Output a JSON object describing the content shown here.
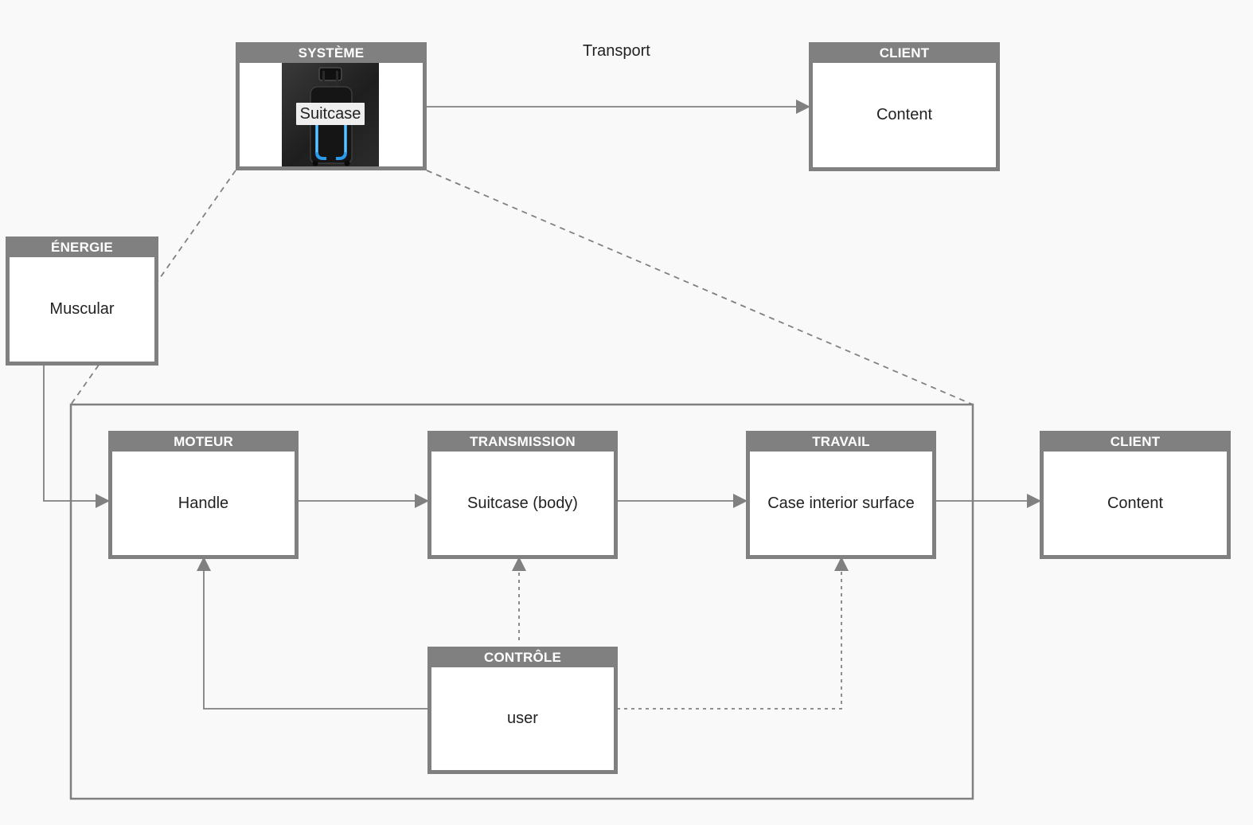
{
  "diagram": {
    "transport_label": "Transport",
    "system": {
      "header": "SYSTÈME",
      "image_label": "Suitcase",
      "image_icon": "suitcase-image"
    },
    "client_top": {
      "header": "CLIENT",
      "value": "Content"
    },
    "energy": {
      "header": "ÉNERGIE",
      "value": "Muscular"
    },
    "motor": {
      "header": "MOTEUR",
      "value": "Handle"
    },
    "transmission": {
      "header": "TRANSMISSION",
      "value": "Suitcase (body)"
    },
    "work": {
      "header": "TRAVAIL",
      "value": "Case interior surface"
    },
    "client_bottom": {
      "header": "CLIENT",
      "value": "Content"
    },
    "control": {
      "header": "CONTRÔLE",
      "value": "user"
    }
  },
  "colors": {
    "background": "#f9f9f9",
    "block_border": "#808080",
    "header_text": "#ffffff",
    "wire": "#808080"
  }
}
